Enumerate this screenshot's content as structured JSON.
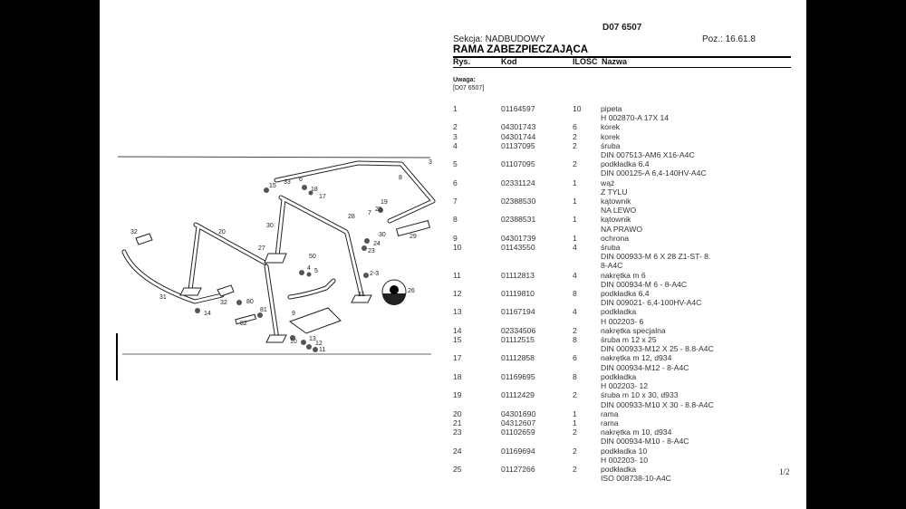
{
  "document_id": "D07 6507",
  "section": "Sekcja: NADBUDOWY",
  "position": "Poz.: 16.61.8",
  "title": "RAMA ZABEZPIECZAJĄCA",
  "columns": {
    "rys": "Rys.",
    "kod": "Kod",
    "ilosc": "ILOSC",
    "nazwa": "Nazwa"
  },
  "note": {
    "label": "Uwaga:",
    "text": "[D07 6507]"
  },
  "rows": [
    {
      "rys": "1",
      "kod": "01164597",
      "qty": "10",
      "name": [
        "pipeta",
        "H 002870-A 17X 14"
      ]
    },
    {
      "rys": "2",
      "kod": "04301743",
      "qty": "6",
      "name": [
        "korek"
      ]
    },
    {
      "rys": "3",
      "kod": "04301744",
      "qty": "2",
      "name": [
        "korek"
      ]
    },
    {
      "rys": "4",
      "kod": "01137095",
      "qty": "2",
      "name": [
        "śruba",
        "DIN 007513-AM6 X16-A4C"
      ]
    },
    {
      "rys": "5",
      "kod": "01107095",
      "qty": "2",
      "name": [
        "podkładka 6.4",
        "DIN 000125-A 6,4-140HV-A4C"
      ]
    },
    {
      "rys": "6",
      "kod": "02331124",
      "qty": "1",
      "name": [
        "wąż",
        "Z TYLU"
      ]
    },
    {
      "rys": "7",
      "kod": "02388530",
      "qty": "1",
      "name": [
        "kątownik",
        "NA LEWO"
      ]
    },
    {
      "rys": "8",
      "kod": "02388531",
      "qty": "1",
      "name": [
        "kątownik",
        "NA PRAWO"
      ]
    },
    {
      "rys": "9",
      "kod": "04301739",
      "qty": "1",
      "name": [
        "ochrona"
      ]
    },
    {
      "rys": "10",
      "kod": "01143550",
      "qty": "4",
      "name": [
        "śruba",
        "DIN 000933-M 6 X 28 Z1-ST- 8.",
        "8-A4C"
      ]
    },
    {
      "rys": "11",
      "kod": "01112813",
      "qty": "4",
      "name": [
        "nakrętka m 6",
        "DIN 000934-M 6 - 8-A4C"
      ]
    },
    {
      "rys": "12",
      "kod": "01119810",
      "qty": "8",
      "name": [
        "podkładka 6.4",
        "DIN 009021- 6,4-100HV-A4C"
      ]
    },
    {
      "rys": "13",
      "kod": "01167194",
      "qty": "4",
      "name": [
        "podkładka",
        "H 002203- 6"
      ]
    },
    {
      "rys": "14",
      "kod": "02334506",
      "qty": "2",
      "name": [
        "nakrętka specjalna"
      ]
    },
    {
      "rys": "15",
      "kod": "01112515",
      "qty": "8",
      "name": [
        "śruba m 12 x 25",
        "DIN 000933-M12 X 25 - 8.8-A4C"
      ]
    },
    {
      "rys": "17",
      "kod": "01112858",
      "qty": "6",
      "name": [
        "nakrętka m 12, d934",
        "DIN 000934-M12 - 8-A4C"
      ]
    },
    {
      "rys": "18",
      "kod": "01169695",
      "qty": "8",
      "name": [
        "podkładka",
        "H 002203- 12"
      ]
    },
    {
      "rys": "19",
      "kod": "01112429",
      "qty": "2",
      "name": [
        "śruba m 10 x 30, d933",
        "DIN 000933-M10 X 30 - 8.8-A4C"
      ]
    },
    {
      "rys": "20",
      "kod": "04301690",
      "qty": "1",
      "name": [
        "rama"
      ]
    },
    {
      "rys": "21",
      "kod": "04312607",
      "qty": "1",
      "name": [
        "rama"
      ]
    },
    {
      "rys": "23",
      "kod": "01102659",
      "qty": "2",
      "name": [
        "nakrętka m 10, d934",
        "DIN 000934-M10 - 8-A4C"
      ]
    },
    {
      "rys": "24",
      "kod": "01169694",
      "qty": "2",
      "name": [
        "podkładka 10",
        "H 002203- 10"
      ]
    },
    {
      "rys": "25",
      "kod": "01127266",
      "qty": "2",
      "name": [
        "podkładka",
        "ISO 008738-10-A4C"
      ]
    }
  ],
  "page_number": "1/2",
  "diagram": {
    "corner_label": "3",
    "callouts": [
      "32",
      "20",
      "15",
      "33",
      "6",
      "18",
      "17",
      "8",
      "19",
      "25",
      "7",
      "28",
      "30",
      "27",
      "30",
      "24",
      "23",
      "29",
      "50",
      "4",
      "5",
      "2-3",
      "21",
      "26",
      "31",
      "32",
      "80",
      "81",
      "82",
      "14",
      "9",
      "10",
      "13",
      "12",
      "11"
    ]
  }
}
